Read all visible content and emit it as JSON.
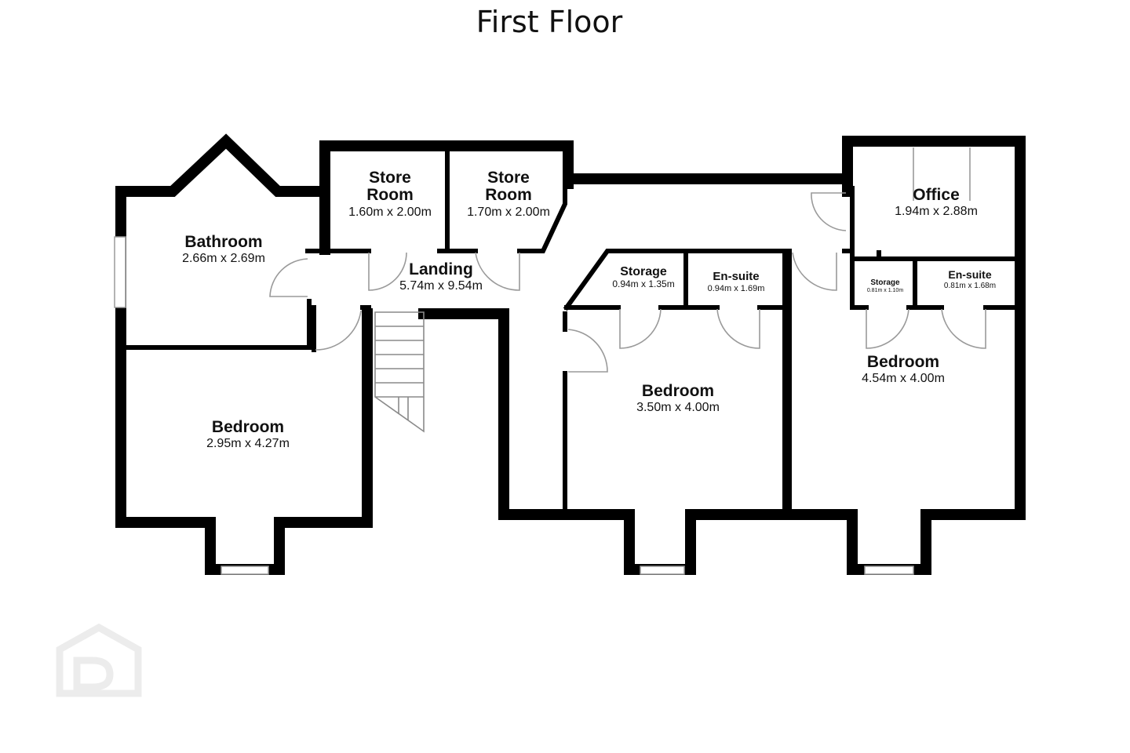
{
  "title": "First Floor",
  "rooms": {
    "bathroom": {
      "name": "Bathroom",
      "dim": "2.66m x 2.69m"
    },
    "store1": {
      "name1": "Store",
      "name2": "Room",
      "dim": "1.60m x 2.00m"
    },
    "store2": {
      "name1": "Store",
      "name2": "Room",
      "dim": "1.70m x 2.00m"
    },
    "landing": {
      "name": "Landing",
      "dim": "5.74m x 9.54m"
    },
    "office": {
      "name": "Office",
      "dim": "1.94m x 2.88m"
    },
    "storage_mid": {
      "name": "Storage",
      "dim": "0.94m x 1.35m"
    },
    "ensuite_mid": {
      "name": "En-suite",
      "dim": "0.94m x 1.69m"
    },
    "storage_right": {
      "name": "Storage",
      "dim": "0.81m x 1.10m"
    },
    "ensuite_right": {
      "name": "En-suite",
      "dim": "0.81m x 1.68m"
    },
    "bedroom_left": {
      "name": "Bedroom",
      "dim": "2.95m x 4.27m"
    },
    "bedroom_mid": {
      "name": "Bedroom",
      "dim": "3.50m x 4.00m"
    },
    "bedroom_right": {
      "name": "Bedroom",
      "dim": "4.54m x 4.00m"
    }
  },
  "icons": {
    "watermark": "property-logo-icon"
  }
}
